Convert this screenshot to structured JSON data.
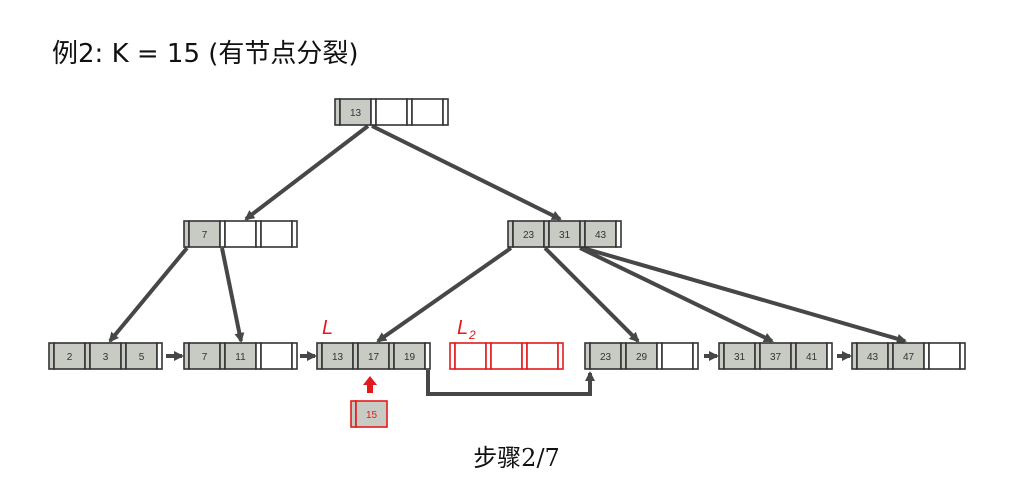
{
  "title": "例2:  K = 15 (有节点分裂)",
  "step_label": "步骤2/7",
  "colors": {
    "node_fill": "#c8cbc4",
    "node_stroke": "#333333",
    "edge": "#474747",
    "highlight": "#e31a1c"
  },
  "labels": {
    "L": "L",
    "L2_base": "L",
    "L2_sub": "2"
  },
  "tree": {
    "root": {
      "keys": [
        "13"
      ],
      "slots": 3
    },
    "internal_left": {
      "keys": [
        "7"
      ],
      "slots": 3
    },
    "internal_right": {
      "keys": [
        "23",
        "31",
        "43"
      ],
      "slots": 3
    },
    "leaves": [
      {
        "id": "leaf-a",
        "keys": [
          "2",
          "3",
          "5"
        ],
        "slots": 3
      },
      {
        "id": "leaf-b",
        "keys": [
          "7",
          "11"
        ],
        "slots": 3
      },
      {
        "id": "leaf-l",
        "keys": [
          "13",
          "17",
          "19"
        ],
        "slots": 3
      },
      {
        "id": "leaf-l2",
        "keys": [],
        "slots": 3,
        "new": true
      },
      {
        "id": "leaf-c",
        "keys": [
          "23",
          "29"
        ],
        "slots": 3
      },
      {
        "id": "leaf-d",
        "keys": [
          "31",
          "37",
          "41"
        ],
        "slots": 3
      },
      {
        "id": "leaf-e",
        "keys": [
          "43",
          "47"
        ],
        "slots": 3
      }
    ],
    "insert_key": "15"
  }
}
